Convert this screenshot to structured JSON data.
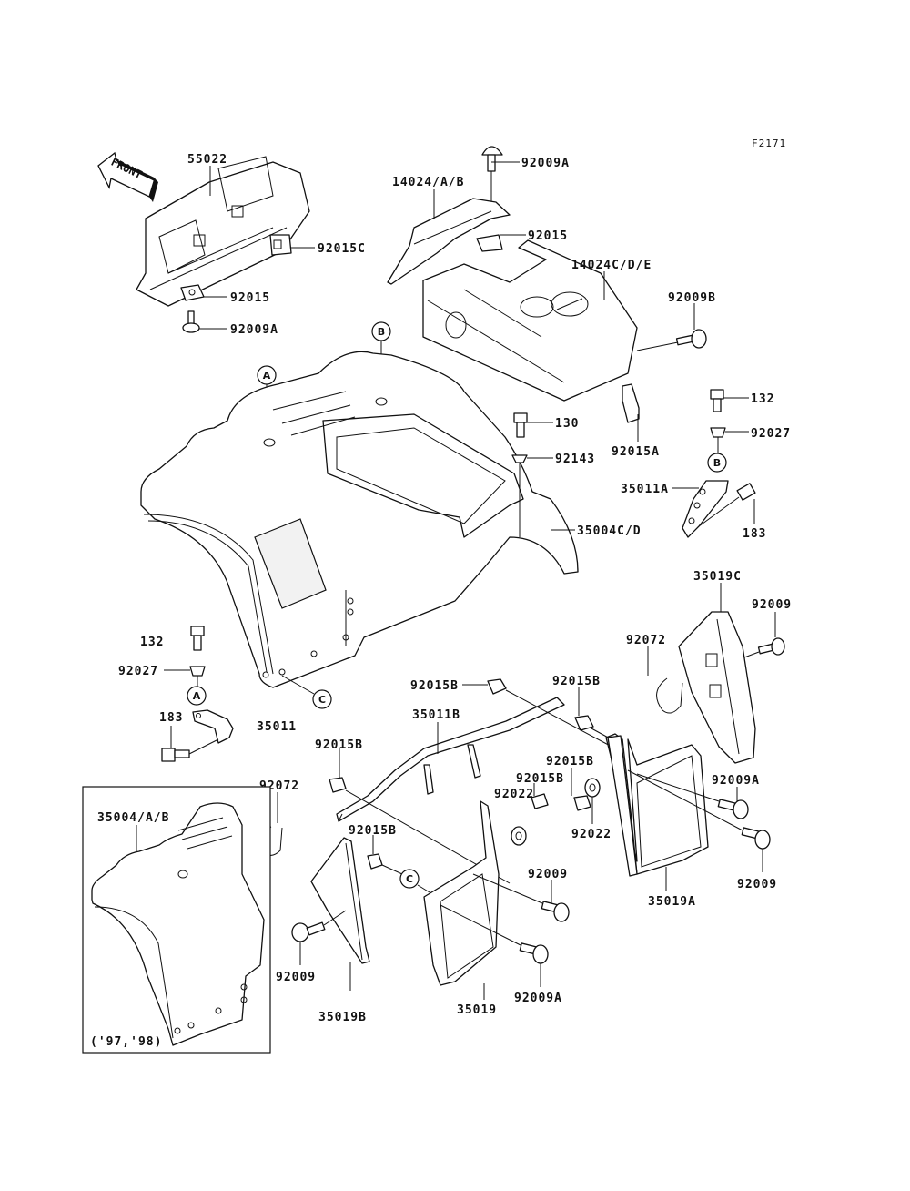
{
  "diagram": {
    "figure_code": "F2171",
    "direction_label": "FRONT",
    "inset_note": "('97,'98)",
    "ref_markers": {
      "a": "A",
      "b": "B",
      "c": "C"
    },
    "labels": {
      "p55022": "55022",
      "p92015C": "92015C",
      "p92015_left": "92015",
      "p92009A_left": "92009A",
      "p92009A_top": "92009A",
      "p14024AB": "14024/A/B",
      "p92015_top": "92015",
      "p14024CDE": "14024C/D/E",
      "p92009B": "92009B",
      "p130": "130",
      "p92143": "92143",
      "p92015A": "92015A",
      "p132_right": "132",
      "p92027_right": "92027",
      "p35011A": "35011A",
      "p183_right": "183",
      "p35004CD": "35004C/D",
      "p132_left": "132",
      "p92027_left": "92027",
      "p183_left": "183",
      "p35011": "35011",
      "p35019C": "35019C",
      "p92009_right_top": "92009",
      "p92072_right": "92072",
      "p92015B_1": "92015B",
      "p92015B_2": "92015B",
      "p35011B": "35011B",
      "p92015B_3": "92015B",
      "p92015B_4": "92015B",
      "p92015B_5": "92015B",
      "p92022_1": "92022",
      "p92022_2": "92022",
      "p92009A_right": "92009A",
      "p92009_right_bottom": "92009",
      "p35019A": "35019A",
      "p92072_left": "92072",
      "p92015B_6": "92015B",
      "p92009_mid": "92009",
      "p92009_left": "92009",
      "p35019B": "35019B",
      "p35019": "35019",
      "p92009A_bottom": "92009A",
      "p35004AB": "35004/A/B"
    }
  }
}
